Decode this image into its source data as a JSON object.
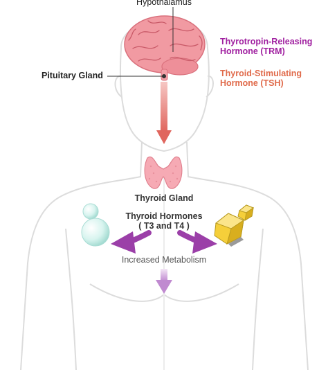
{
  "labels": {
    "hypothalamus": "Hypothalamus",
    "trh_line1": "Thyrotropin-Releasing",
    "trh_line2": "Hormone (TRM)",
    "tsh_line1": "Thyroid-Stimulating",
    "tsh_line2": "Hormone (TSH)",
    "pituitary": "Pituitary Gland",
    "thyroid_gland": "Thyroid Gland",
    "thyroid_hormones_line1": "Thyroid Hormones",
    "thyroid_hormones_line2": "( T3 and T4 )",
    "metabolism": "Increased Metabolism"
  },
  "colors": {
    "trh": "#a020a0",
    "tsh": "#e06a4a",
    "brain": "#ee8c96",
    "thyroid": "#f4a6b0",
    "arrow_down": "#e0706a",
    "arrow_side": "#9b3fa8",
    "arrow_metabolism": "#c99ad6",
    "body_outline": "#d9d9d9"
  }
}
